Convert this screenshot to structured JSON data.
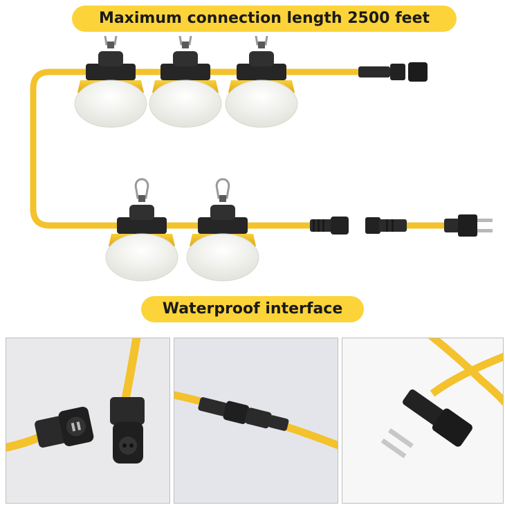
{
  "banners": {
    "top": "Maximum connection length 2500 feet",
    "middle": "Waterproof interface"
  },
  "colors": {
    "banner": "#fcd43a",
    "cable": "#f3c22c",
    "connector": "#2b2b2b",
    "lamp_shade": "#f2f2ef"
  },
  "diagram": {
    "top_row_lamps": 3,
    "bottom_row_lamps": 2
  },
  "icons": [
    "carabiner-icon",
    "lamp-icon",
    "waterproof-connector-icon",
    "plug-icon"
  ]
}
